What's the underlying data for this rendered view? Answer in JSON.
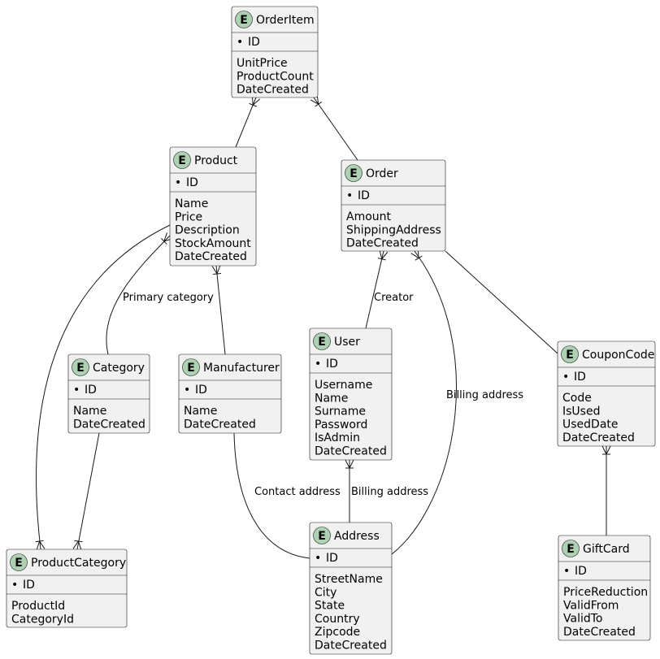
{
  "badge_letter": "E",
  "entities": {
    "orderitem": {
      "name": "OrderItem",
      "keys": [
        "ID"
      ],
      "attributes": [
        "UnitPrice",
        "ProductCount",
        "DateCreated"
      ]
    },
    "product": {
      "name": "Product",
      "keys": [
        "ID"
      ],
      "attributes": [
        "Name",
        "Price",
        "Description",
        "StockAmount",
        "DateCreated"
      ]
    },
    "order": {
      "name": "Order",
      "keys": [
        "ID"
      ],
      "attributes": [
        "Amount",
        "ShippingAddress",
        "DateCreated"
      ]
    },
    "category": {
      "name": "Category",
      "keys": [
        "ID"
      ],
      "attributes": [
        "Name",
        "DateCreated"
      ]
    },
    "manufacturer": {
      "name": "Manufacturer",
      "keys": [
        "ID"
      ],
      "attributes": [
        "Name",
        "DateCreated"
      ]
    },
    "user": {
      "name": "User",
      "keys": [
        "ID"
      ],
      "attributes": [
        "Username",
        "Name",
        "Surname",
        "Password",
        "IsAdmin",
        "DateCreated"
      ]
    },
    "couponcode": {
      "name": "CouponCode",
      "keys": [
        "ID"
      ],
      "attributes": [
        "Code",
        "IsUsed",
        "UsedDate",
        "DateCreated"
      ]
    },
    "productcategory": {
      "name": "ProductCategory",
      "keys": [
        "ID"
      ],
      "attributes": [
        "ProductId",
        "CategoryId"
      ]
    },
    "address": {
      "name": "Address",
      "keys": [
        "ID"
      ],
      "attributes": [
        "StreetName",
        "City",
        "State",
        "Country",
        "Zipcode",
        "DateCreated"
      ]
    },
    "giftcard": {
      "name": "GiftCard",
      "keys": [
        "ID"
      ],
      "attributes": [
        "PriceReduction",
        "ValidFrom",
        "ValidTo",
        "DateCreated"
      ]
    }
  },
  "relations": {
    "orderitem_product": {
      "from": "OrderItem",
      "to": "Product",
      "label": ""
    },
    "orderitem_order": {
      "from": "OrderItem",
      "to": "Order",
      "label": ""
    },
    "product_category": {
      "from": "Product",
      "to": "Category",
      "label": "Primary category"
    },
    "product_manufacturer": {
      "from": "Product",
      "to": "Manufacturer",
      "label": ""
    },
    "product_productcategory": {
      "from": "Product",
      "to": "ProductCategory",
      "label": ""
    },
    "category_productcategory": {
      "from": "Category",
      "to": "ProductCategory",
      "label": ""
    },
    "order_user": {
      "from": "Order",
      "to": "User",
      "label": "Creator"
    },
    "order_address": {
      "from": "Order",
      "to": "Address",
      "label": "Billing address"
    },
    "order_couponcode": {
      "from": "Order",
      "to": "CouponCode",
      "label": ""
    },
    "user_address": {
      "from": "User",
      "to": "Address",
      "label": "Billing address"
    },
    "manufacturer_address": {
      "from": "Manufacturer",
      "to": "Address",
      "label": "Contact address"
    },
    "couponcode_giftcard": {
      "from": "CouponCode",
      "to": "GiftCard",
      "label": ""
    }
  }
}
